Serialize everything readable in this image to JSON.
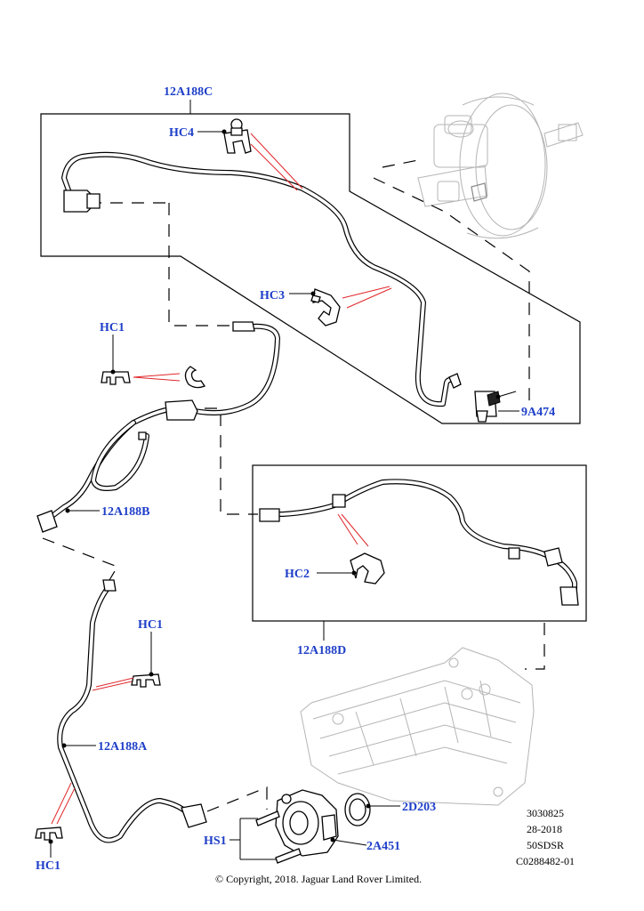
{
  "callouts": {
    "pipe_c": "12A188C",
    "clip_hc4": "HC4",
    "clip_hc3": "HC3",
    "clip_hc1_upper": "HC1",
    "pipe_b": "12A188B",
    "sensor": "9A474",
    "clip_hc2": "HC2",
    "pipe_d": "12A188D",
    "clip_hc1_middle": "HC1",
    "pipe_a": "12A188A",
    "clip_hc1_lower": "HC1",
    "seal": "2D203",
    "pump": "2A451",
    "screws": "HS1"
  },
  "reference": {
    "line1": "3030825",
    "line2": "28-2018",
    "line3": "50SDSR",
    "line4": "C0288482-01"
  },
  "copyright": "© Copyright, 2018. Jaguar Land Rover Limited.",
  "colors": {
    "callout_text": "#1e3fc8",
    "clip_leader": "#e0262a",
    "line": "#000000",
    "ghost_part": "#b5b5b5"
  }
}
